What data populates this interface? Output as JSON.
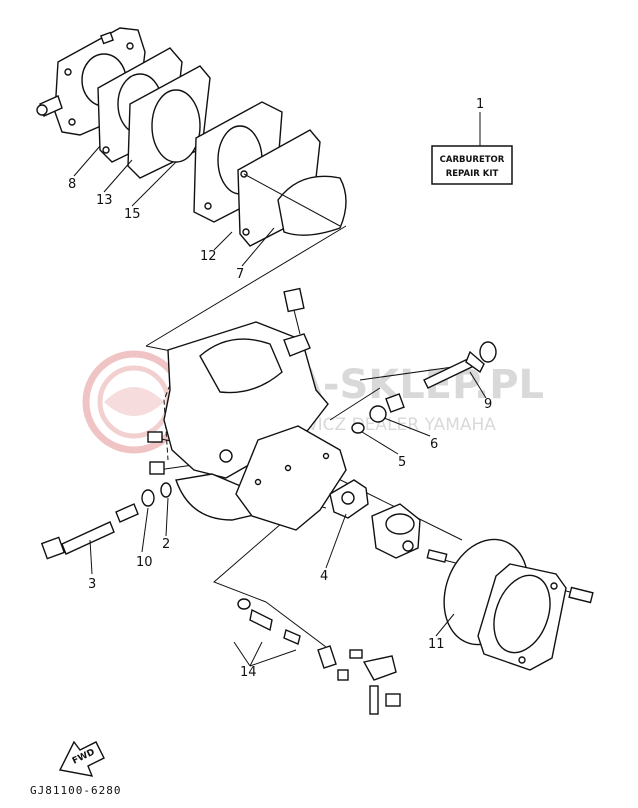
{
  "diagram": {
    "repair_kit_label_line1": "CARBURETOR",
    "repair_kit_label_line2": "REPAIR KIT",
    "drawing_code": "GJ81100-6280",
    "fwd_label": "FWD",
    "watermark_main": "YAMA-SKLEP.PL",
    "watermark_sub": "WOJCIECHOWICZ DEALER YAMAHA",
    "watermark_color": "#e8b8b8",
    "callouts": [
      "1",
      "2",
      "3",
      "4",
      "5",
      "6",
      "7",
      "8",
      "9",
      "10",
      "11",
      "12",
      "13",
      "14",
      "15"
    ]
  }
}
